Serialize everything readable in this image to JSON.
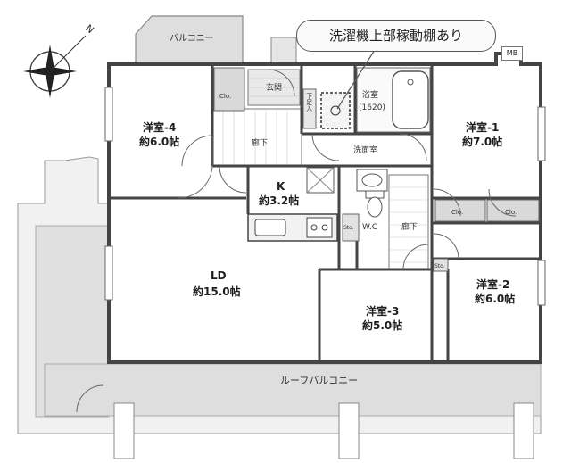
{
  "callout": {
    "text": "洗濯機上部稼動棚あり"
  },
  "compass": {
    "north_label": "N"
  },
  "rooms": {
    "balcony_top": "バルコニー",
    "western4": {
      "name": "洋室-4",
      "size": "約6.0帖"
    },
    "western1": {
      "name": "洋室-1",
      "size": "約7.0帖"
    },
    "western2": {
      "name": "洋室-2",
      "size": "約6.0帖"
    },
    "western3": {
      "name": "洋室-3",
      "size": "約5.0帖"
    },
    "kitchen": {
      "name": "K",
      "size": "約3.2帖"
    },
    "ld": {
      "name": "LD",
      "size": "約15.0帖"
    },
    "entrance": "玄関",
    "shoe_box": "下足入",
    "bath": {
      "name": "浴室",
      "size": "(1620)"
    },
    "washroom": "洗面室",
    "hall_upper": "廊下",
    "hall_right": "廊下",
    "wc": "W.C",
    "roof_balcony": "ルーフバルコニー",
    "mb": "MB",
    "clo_w4": "Clo.",
    "clo_w1a": "Clo.",
    "clo_w1b": "Clo.",
    "sto_k": "Sto.",
    "sto_w2": "Sto."
  }
}
